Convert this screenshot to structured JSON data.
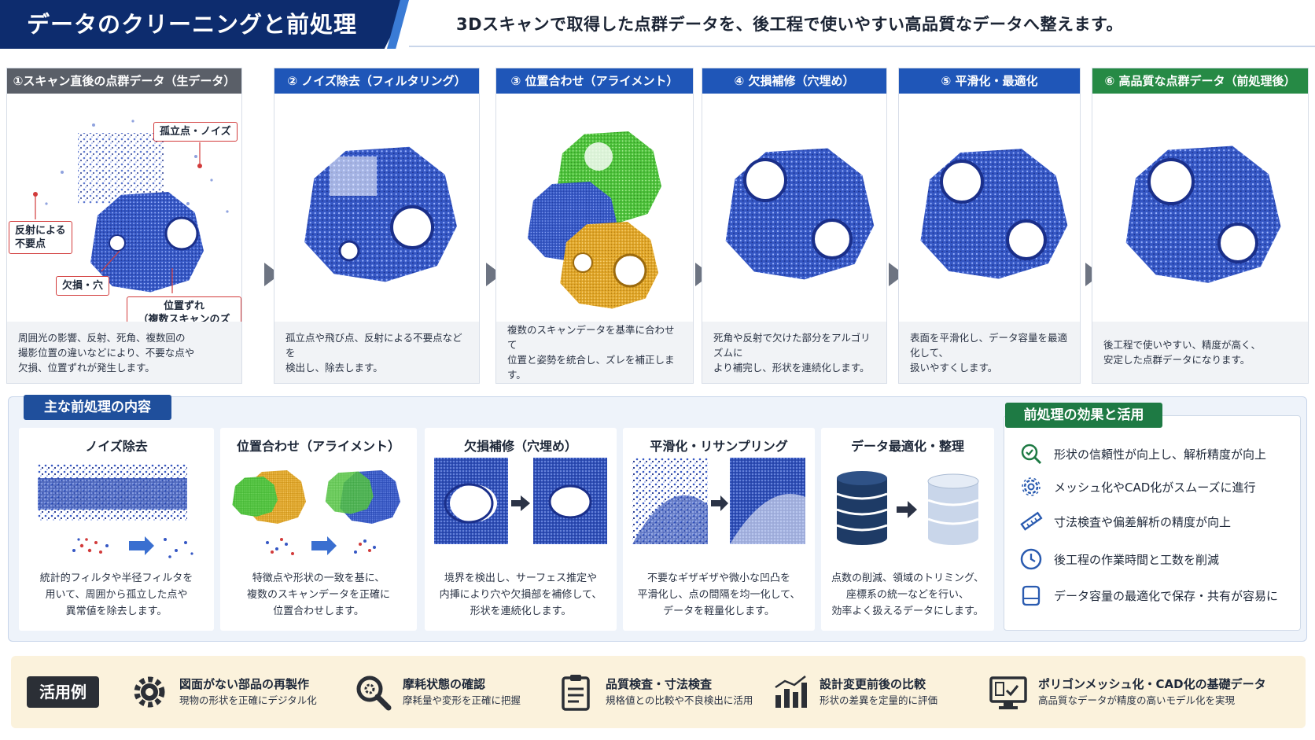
{
  "header": {
    "title": "データのクリーニングと前処理",
    "subtitle": "3Dスキャンで取得した点群データを、後工程で使いやすい高品質なデータへ整えます。"
  },
  "steps": [
    {
      "title": "①スキャン直後の点群データ（生データ）",
      "color": "#5a5f68",
      "lines": [
        "周囲光の影響、反射、死角、複数回の",
        "撮影位置の違いなどにより、不要な点や",
        "欠損、位置ずれが発生します。"
      ]
    },
    {
      "title": "② ノイズ除去（フィルタリング）",
      "color": "#1f56b8",
      "lines": [
        "孤立点や飛び点、反射による不要点などを",
        "検出し、除去します。"
      ]
    },
    {
      "title": "③ 位置合わせ（アライメント）",
      "color": "#1f56b8",
      "lines": [
        "複数のスキャンデータを基準に合わせて",
        "位置と姿勢を統合し、ズレを補正します。"
      ]
    },
    {
      "title": "④ 欠損補修（穴埋め）",
      "color": "#1f56b8",
      "lines": [
        "死角や反射で欠けた部分をアルゴリズムに",
        "より補完し、形状を連続化します。"
      ]
    },
    {
      "title": "⑤ 平滑化・最適化",
      "color": "#1f56b8",
      "lines": [
        "表面を平滑化し、データ容量を最適化して、",
        "扱いやすくします。"
      ]
    },
    {
      "title": "⑥ 高品質な点群データ（前処理後）",
      "color": "#268a45",
      "lines": [
        "後工程で使いやすい、精度が高く、",
        "安定した点群データになります。"
      ]
    }
  ],
  "callouts": {
    "noise": "孤立点・ノイズ",
    "reflection_1": "反射による",
    "reflection_2": "不要点",
    "hole": "欠損・穴",
    "misalign_1": "位置ずれ",
    "misalign_2": "（複数スキャンのズレ）"
  },
  "main": {
    "label": "主な前処理の内容",
    "cards": [
      {
        "title": "ノイズ除去",
        "lines": [
          "統計的フィルタや半径フィルタを",
          "用いて、周囲から孤立した点や",
          "異常値を除去します。"
        ]
      },
      {
        "title": "位置合わせ（アライメント）",
        "lines": [
          "特徴点や形状の一致を基に、",
          "複数のスキャンデータを正確に",
          "位置合わせします。"
        ]
      },
      {
        "title": "欠損補修（穴埋め）",
        "lines": [
          "境界を検出し、サーフェス推定や",
          "内挿により穴や欠損部を補修して、",
          "形状を連続化します。"
        ]
      },
      {
        "title": "平滑化・リサンプリング",
        "lines": [
          "不要なギザギザや微小な凹凸を",
          "平滑化し、点の間隔を均一化して、",
          "データを軽量化します。"
        ]
      },
      {
        "title": "データ最適化・整理",
        "lines": [
          "点数の削減、領域のトリミング、",
          "座標系の統一などを行い、",
          "効率よく扱えるデータにします。"
        ]
      }
    ]
  },
  "effects": {
    "label": "前処理の効果と活用",
    "items": [
      {
        "icon": "search-check-icon",
        "text": "形状の信頼性が向上し、解析精度が向上"
      },
      {
        "icon": "gear-icon",
        "text": "メッシュ化やCAD化がスムーズに進行"
      },
      {
        "icon": "ruler-icon",
        "text": "寸法検査や偏差解析の精度が向上"
      },
      {
        "icon": "clock-icon",
        "text": "後工程の作業時間と工数を削減"
      },
      {
        "icon": "storage-icon",
        "text": "データ容量の最適化で保存・共有が容易に"
      }
    ]
  },
  "uses": {
    "label": "活用例",
    "items": [
      {
        "icon": "gear-icon",
        "title": "図面がない部品の再製作",
        "desc": "現物の形状を正確にデジタル化"
      },
      {
        "icon": "magnifier-icon",
        "title": "摩耗状態の確認",
        "desc": "摩耗量や変形を正確に把握"
      },
      {
        "icon": "clipboard-icon",
        "title": "品質検査・寸法検査",
        "desc": "規格値との比較や不良検出に活用"
      },
      {
        "icon": "bar-chart-icon",
        "title": "設計変更前後の比較",
        "desc": "形状の差異を定量的に評価"
      },
      {
        "icon": "monitor-check-icon",
        "title": "ポリゴンメッシュ化・CAD化の基礎データ",
        "desc": "高品質なデータが精度の高いモデル化を実現"
      }
    ]
  },
  "colors": {
    "navy": "#0d2c6e",
    "blue": "#1f56b8",
    "green": "#268a45",
    "point_blue": "#2f57c8",
    "align_green": "#4cc23a",
    "align_gold": "#e0a526",
    "callout_red": "#d23b3b"
  }
}
